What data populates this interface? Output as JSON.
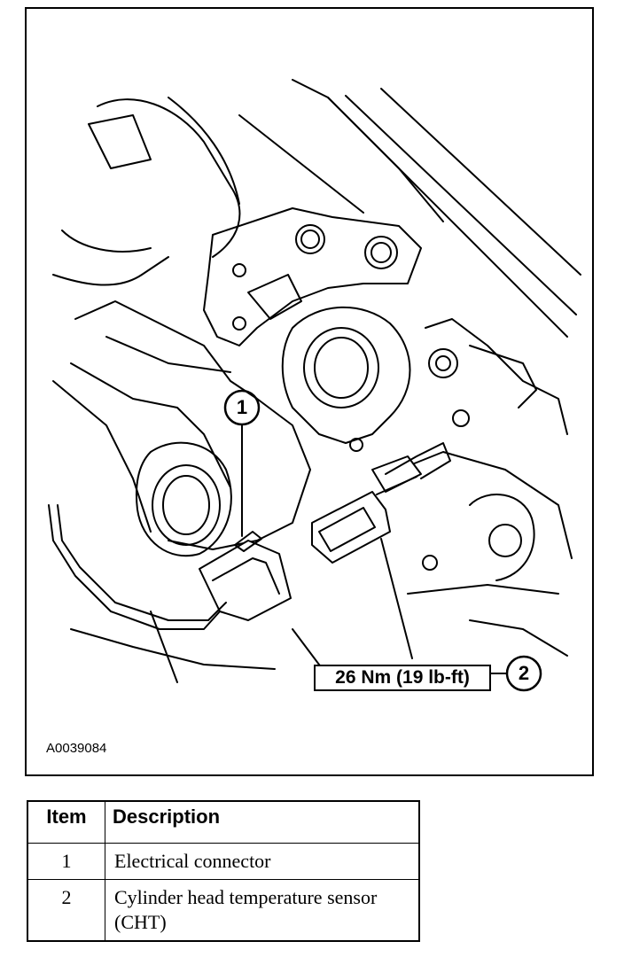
{
  "figure": {
    "id": "A0039084",
    "callouts": [
      {
        "number": "1"
      },
      {
        "number": "2",
        "torque": "26 Nm (19 lb-ft)"
      }
    ]
  },
  "legend": {
    "headers": {
      "item": "Item",
      "description": "Description"
    },
    "rows": [
      {
        "item": "1",
        "description": "Electrical connector"
      },
      {
        "item": "2",
        "description": "Cylinder head temperature sensor (CHT)"
      }
    ]
  }
}
